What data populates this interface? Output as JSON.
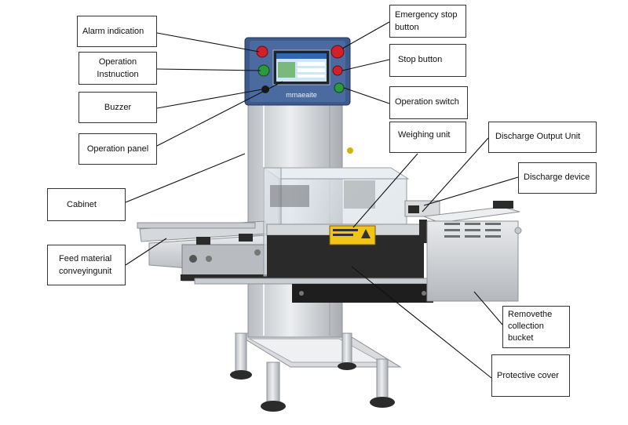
{
  "labels": {
    "alarm_indication": "Alarm indication",
    "operation_instruction": "Operation\nInstnuction",
    "buzzer": "Buzzer",
    "operation_panel": "Operation panel",
    "cabinet": "Cabinet",
    "feed_material": "Feed material\nconveyingunit",
    "emergency_stop": "Emergency stop\nbutton",
    "stop_button": "Stop button",
    "operation_switch": "Operation switch",
    "weighing_unit": "Weighing unit",
    "discharge_output": "Discharge Output Unit",
    "discharge_device": "Discharge device",
    "remove_bucket": "Removethe\ncollection\nbucket",
    "protective_cover": "Protective cover"
  },
  "machine": {
    "brand": "mmaeaite"
  },
  "colors": {
    "panel_blue": "#3d5a8c",
    "steel": "#cfd2d6",
    "belt": "#2a2a2a",
    "red_button": "#d0202a",
    "green_button": "#2a9a3a"
  }
}
